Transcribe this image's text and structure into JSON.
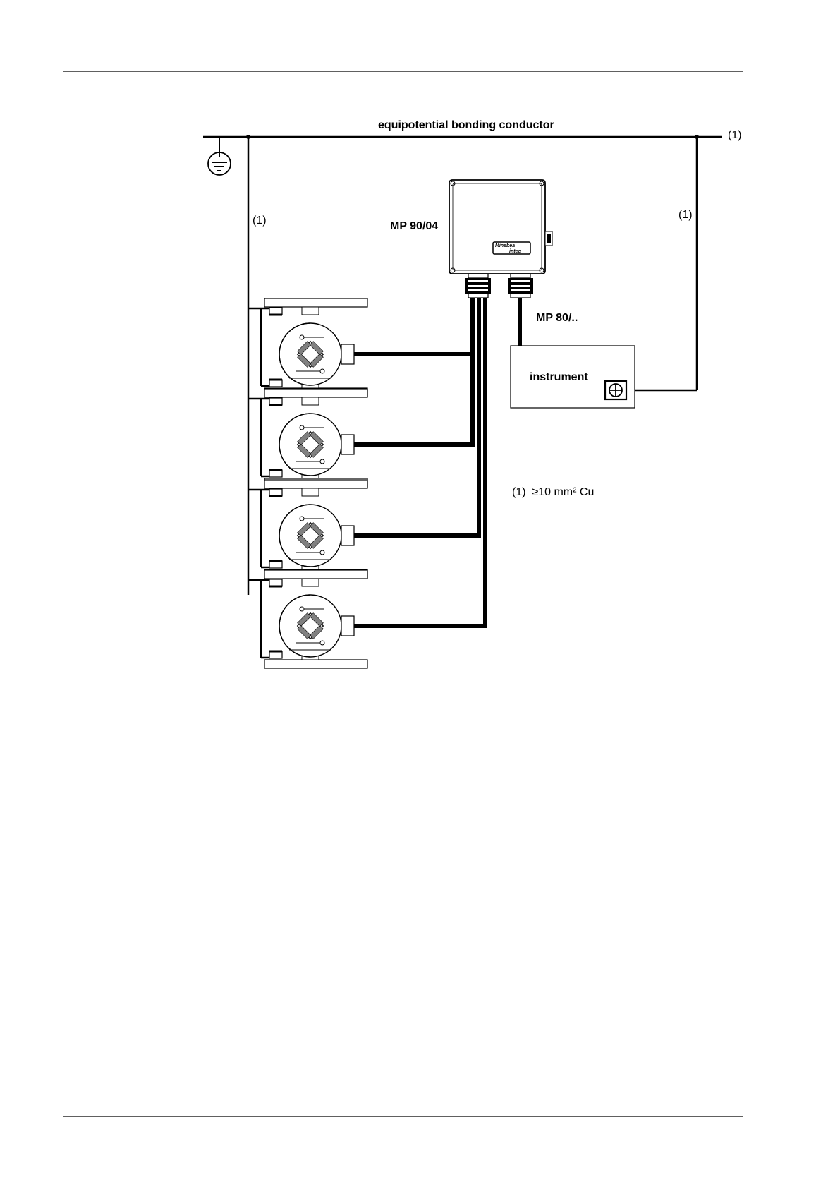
{
  "diagram": {
    "title": "equipotential bonding conductor",
    "junction_box_label": "MP 90/04",
    "cable_label": "MP 80/..",
    "instrument_label": "instrument",
    "brand_logo": [
      "Minebea",
      "intec"
    ],
    "bond_marker_top_right": "(1)",
    "bond_marker_left": "(1)",
    "bond_marker_right": "(1)",
    "legend_marker": "(1)",
    "legend_text": "≥10 mm² Cu",
    "icons": [
      "earth-ground-icon",
      "ground-terminal-icon"
    ],
    "colors": {
      "ink": "#000000",
      "sensor_pad": "#808080"
    }
  }
}
